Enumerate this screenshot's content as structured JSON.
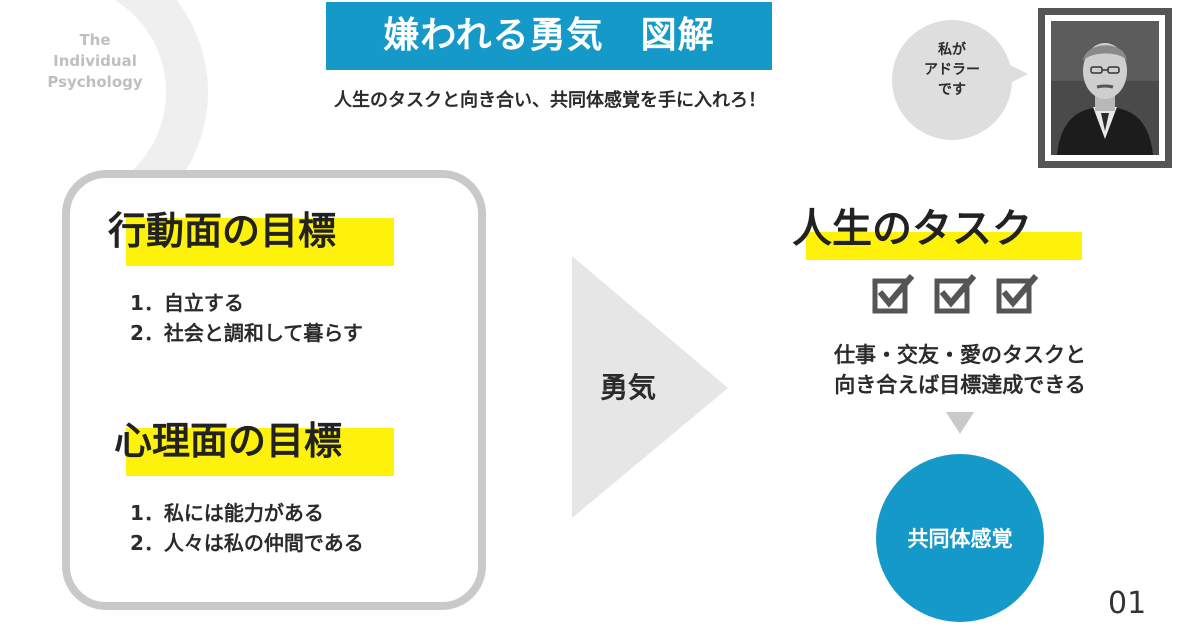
{
  "brand": {
    "lines": [
      "The",
      "Individual",
      "Psychology"
    ]
  },
  "title": "嫌われる勇気　図解",
  "subtitle": "人生のタスクと向き合い、共同体感覚を手に入れろ！",
  "speech_bubble": {
    "lines": [
      "私が",
      "アドラー",
      "です"
    ]
  },
  "behavior_goal": {
    "heading": "行動面の目標",
    "items": [
      "1．自立する",
      "2．社会と調和して暮らす"
    ]
  },
  "mental_goal": {
    "heading": "心理面の目標",
    "items": [
      "1．私には能力がある",
      "2．人々は私の仲間である"
    ]
  },
  "arrow_label": "勇気",
  "life_tasks": {
    "heading": "人生のタスク",
    "checkbox_count": 3,
    "description": [
      "仕事・交友・愛のタスクと",
      "向き合えば目標達成できる"
    ]
  },
  "community_feeling": "共同体感覚",
  "page_number": "01",
  "colors": {
    "accent_blue": "#1499c9",
    "highlight_yellow": "#fff20a",
    "neutral_gray": "#c9c9c9"
  }
}
